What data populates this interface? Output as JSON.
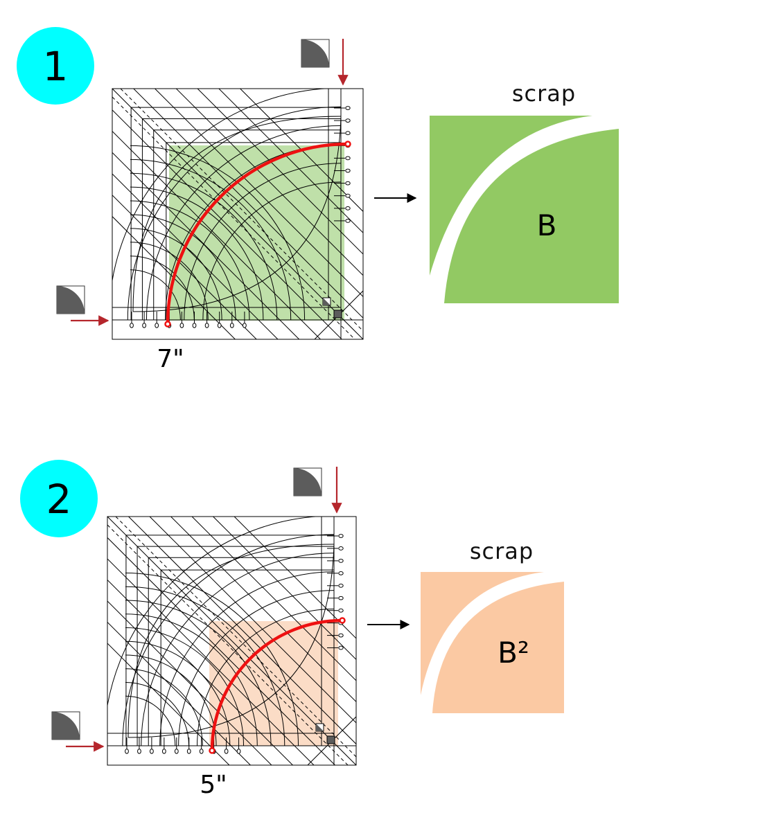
{
  "steps": [
    {
      "number": "1",
      "measurement": "7\"",
      "scrap_label": "scrap",
      "piece_label": "B",
      "highlight_color": "#92c963",
      "highlight_light": "#bfe0a9"
    },
    {
      "number": "2",
      "measurement": "5\"",
      "scrap_label": "scrap",
      "piece_label": "B²",
      "highlight_color": "#fbc9a3",
      "highlight_light": "#fbdcc6"
    }
  ],
  "colors": {
    "badge": "#00ffff",
    "arrow": "#b5262c",
    "cut_line": "#ee1111",
    "ruler_icon": "#5c5c5c"
  },
  "icons": {
    "ruler_corner": "quarter-circle-template-icon",
    "direction": "arrow-right-icon"
  }
}
